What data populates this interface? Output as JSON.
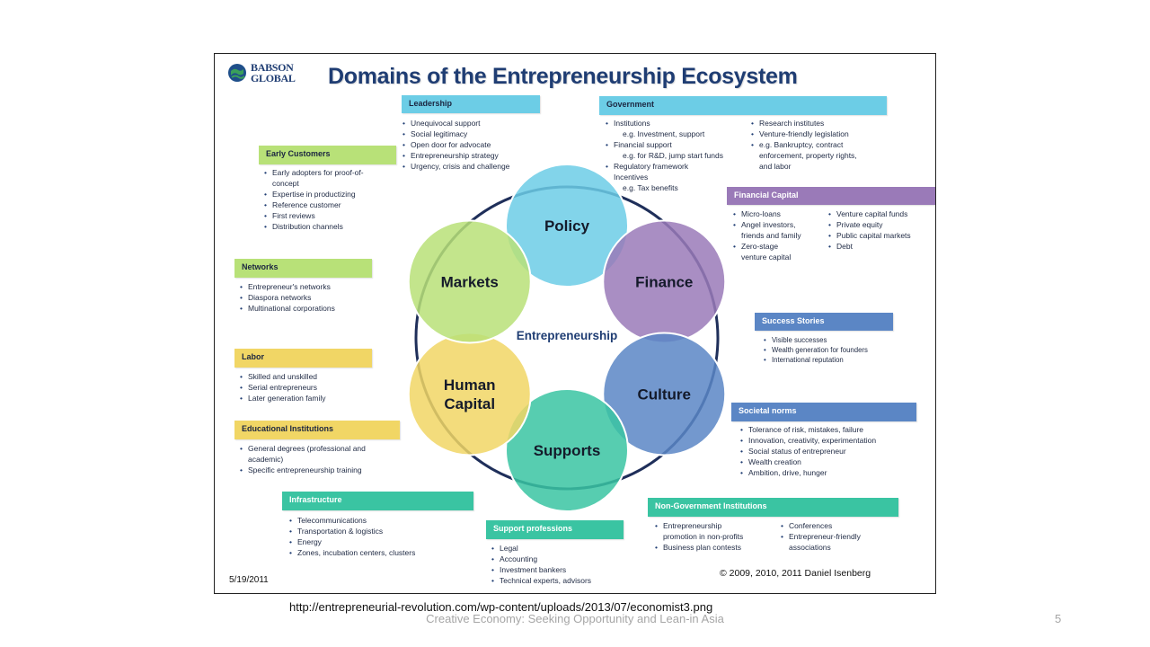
{
  "figure": {
    "brand": "BABSON GLOBAL",
    "title": "Domains of the Entrepreneurship Ecosystem",
    "center_label": "Entrepreneurship",
    "date": "5/19/2011",
    "copyright": "© 2009, 2010, 2011 Daniel Isenberg",
    "circles": [
      {
        "label": "Policy",
        "color": "#6ccde6"
      },
      {
        "label": "Finance",
        "color": "#9a7ab8"
      },
      {
        "label": "Culture",
        "color": "#5b86c5"
      },
      {
        "label": "Supports",
        "color": "#3ac4a2"
      },
      {
        "label": "Human Capital",
        "lines": [
          "Human",
          "Capital"
        ],
        "color": "#f1d665"
      },
      {
        "label": "Markets",
        "color": "#b8e178"
      }
    ],
    "boxes": {
      "leadership": {
        "header": "Leadership",
        "color": "#6ccde6",
        "items": [
          "Unequivocal support",
          "Social legitimacy",
          "Open door for advocate",
          "Entrepreneurship strategy",
          "Urgency, crisis and challenge"
        ]
      },
      "government": {
        "header": "Government",
        "color": "#6ccde6",
        "items_left": [
          "Institutions",
          "e.g. Investment, support",
          "Financial support",
          "e.g. for R&D, jump start funds",
          "Regulatory framework",
          "Incentives",
          "e.g. Tax benefits"
        ],
        "items_right": [
          "Research institutes",
          "Venture-friendly legislation",
          "e.g. Bankruptcy, contract",
          "enforcement, property rights,",
          "and labor"
        ]
      },
      "early_customers": {
        "header": "Early Customers",
        "color": "#b8e178",
        "items": [
          "Early adopters for proof-of-",
          "concept",
          "Expertise in productizing",
          "Reference customer",
          "First reviews",
          "Distribution channels"
        ]
      },
      "financial_capital": {
        "header": "Financial Capital",
        "color": "#9a7ab8",
        "items_left": [
          "Micro-loans",
          "Angel investors,",
          "friends and family",
          "Zero-stage",
          "venture capital"
        ],
        "items_right": [
          "Venture capital funds",
          "Private equity",
          "Public capital markets",
          "Debt"
        ]
      },
      "networks": {
        "header": "Networks",
        "color": "#b8e178",
        "items": [
          "Entrepreneur's networks",
          "Diaspora networks",
          "Multinational corporations"
        ]
      },
      "success_stories": {
        "header": "Success Stories",
        "color": "#5b86c5",
        "items": [
          "Visible successes",
          "Wealth generation for founders",
          "International reputation"
        ]
      },
      "labor": {
        "header": "Labor",
        "color": "#f1d665",
        "items": [
          "Skilled and unskilled",
          "Serial entrepreneurs",
          "Later generation family"
        ]
      },
      "societal_norms": {
        "header": "Societal norms",
        "color": "#5b86c5",
        "items": [
          "Tolerance of risk, mistakes, failure",
          "Innovation, creativity, experimentation",
          "Social status of entrepreneur",
          "Wealth creation",
          "Ambition, drive, hunger"
        ]
      },
      "educational_institutions": {
        "header": "Educational Institutions",
        "color": "#f1d665",
        "items": [
          "General degrees (professional and",
          "academic)",
          "Specific entrepreneurship training"
        ]
      },
      "infrastructure": {
        "header": "Infrastructure",
        "color": "#3ac4a2",
        "items": [
          "Telecommunications",
          "Transportation & logistics",
          "Energy",
          "Zones, incubation centers, clusters"
        ]
      },
      "support_professions": {
        "header": "Support professions",
        "color": "#3ac4a2",
        "items": [
          "Legal",
          "Accounting",
          "Investment bankers",
          "Technical experts, advisors"
        ]
      },
      "non_government": {
        "header": "Non-Government Institutions",
        "color": "#3ac4a2",
        "items_left": [
          "Entrepreneurship",
          "promotion in non-profits",
          "Business plan contests"
        ],
        "items_right": [
          "Conferences",
          "Entrepreneur-friendly",
          "associations"
        ]
      }
    }
  },
  "slide": {
    "source_url": "http://entrepreneurial-revolution.com/wp-content/uploads/2013/07/economist3.png",
    "footer": "Creative Economy: Seeking Opportunity and Lean-in Asia",
    "page_number": "5"
  }
}
